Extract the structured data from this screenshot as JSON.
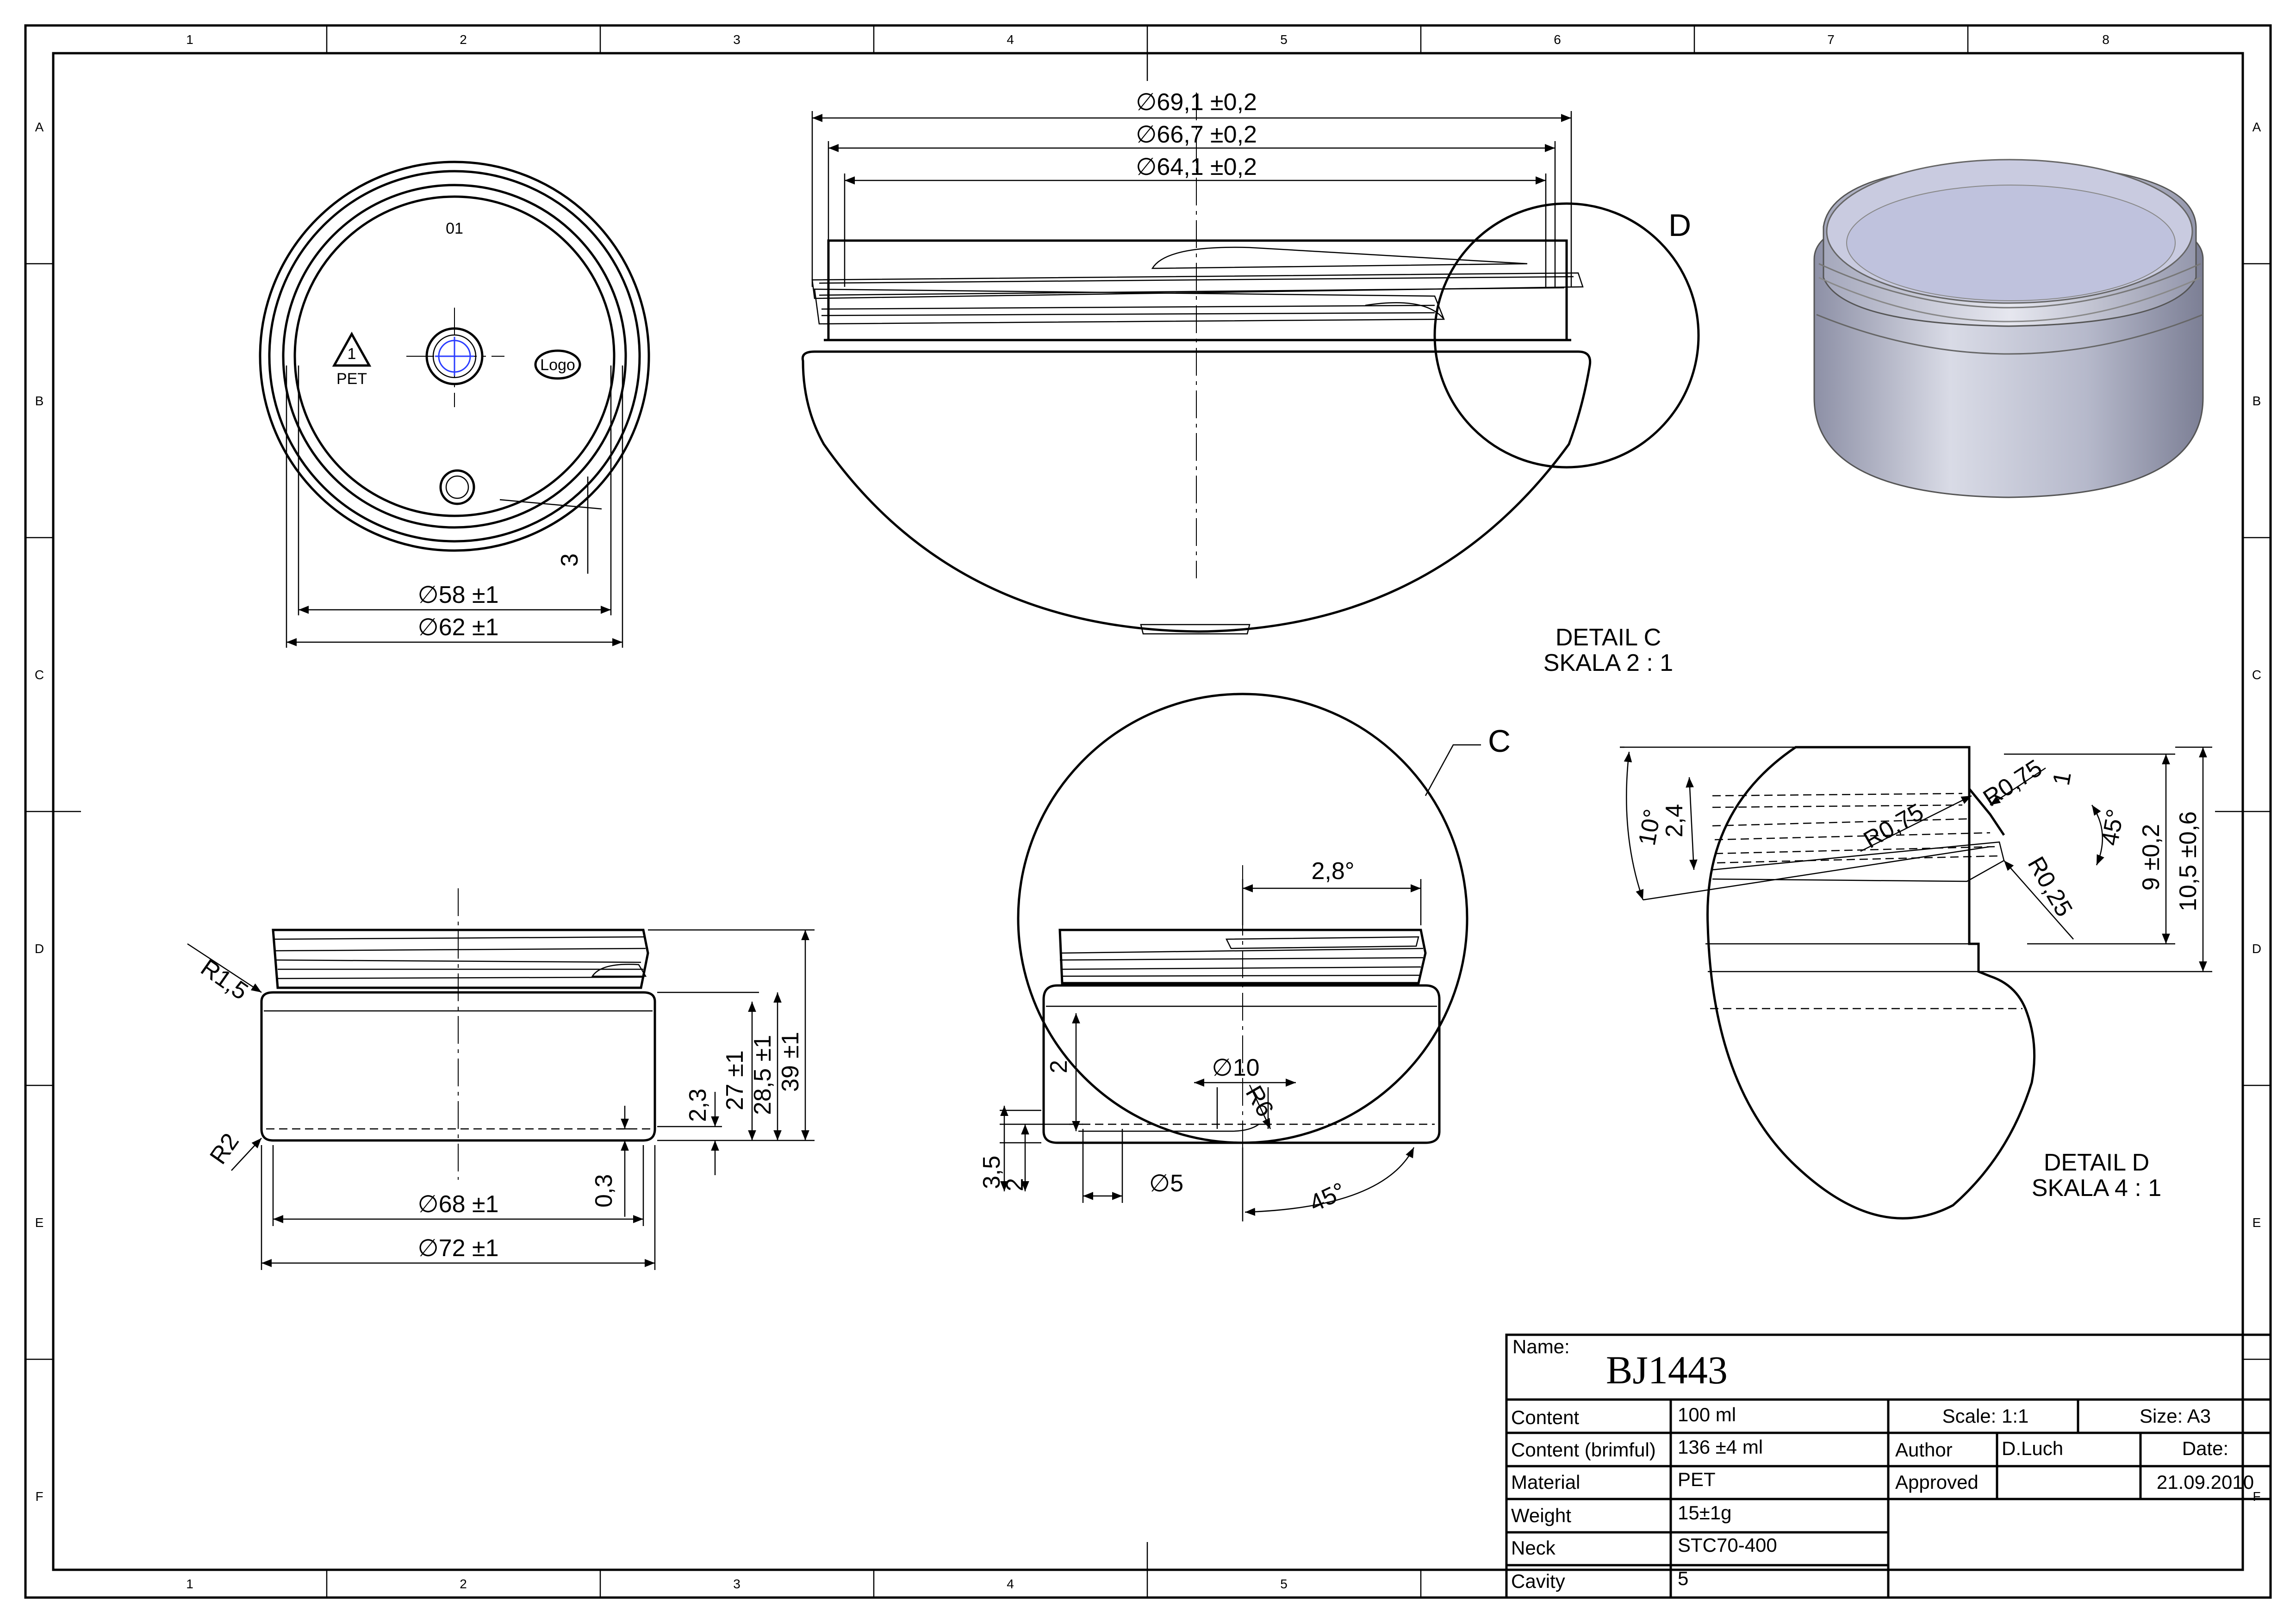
{
  "frame": {
    "columns": [
      "1",
      "2",
      "3",
      "4",
      "5",
      "6",
      "7",
      "8"
    ],
    "rows": [
      "A",
      "B",
      "C",
      "D",
      "E",
      "F"
    ]
  },
  "top_view": {
    "cavity_no": "01",
    "recycle_code": "1",
    "recycle_material": "PET",
    "logo": "Logo",
    "dims": [
      "∅58 ±1",
      "∅62 ±1",
      "3"
    ]
  },
  "neck_view": {
    "dims": [
      "∅69,1 ±0,2",
      "∅66,7 ±0,2",
      "∅64,1 ±0,2"
    ],
    "detail_label": "D"
  },
  "side_view": {
    "dims": [
      "R1,5",
      "R2",
      "∅68 ±1",
      "∅72 ±1",
      "0,3",
      "2,3",
      "27 ±1",
      "28,5 ±1",
      "39 ±1"
    ]
  },
  "section_view": {
    "dims": [
      "2,8°",
      "∅10",
      "R6",
      "2",
      "3,5",
      "2",
      "∅5",
      "45°"
    ],
    "detail_label": "C"
  },
  "detail_c": {
    "title": "DETAIL C",
    "scale": "SKALA 2 : 1"
  },
  "detail_d": {
    "title": "DETAIL D",
    "scale": "SKALA 4 : 1",
    "dims": [
      "10°",
      "2,4",
      "R0,75",
      "R0,75",
      "1",
      "45°",
      "R0,25",
      "9 ±0,2",
      "10,5 ±0,6"
    ]
  },
  "title_block": {
    "name_label": "Name:",
    "name_value": "BJ1443",
    "rows": [
      {
        "label": "Content",
        "value": "100 ml"
      },
      {
        "label": "Content (brimful)",
        "value": "136 ±4 ml"
      },
      {
        "label": "Material",
        "value": "PET"
      },
      {
        "label": "Weight",
        "value": "15±1g"
      },
      {
        "label": "Neck",
        "value": "STC70-400"
      },
      {
        "label": "Cavity",
        "value": "5"
      }
    ],
    "scale": "Scale: 1:1",
    "size": "Size: A3",
    "author_label": "Author",
    "author_value": "D.Luch",
    "approved_label": "Approved",
    "date_label": "Date:",
    "date_value": "21.09.2010"
  },
  "colors": {
    "line": "#000000",
    "render_body": "#c7c9d8",
    "render_inner": "#bfc2dd"
  }
}
